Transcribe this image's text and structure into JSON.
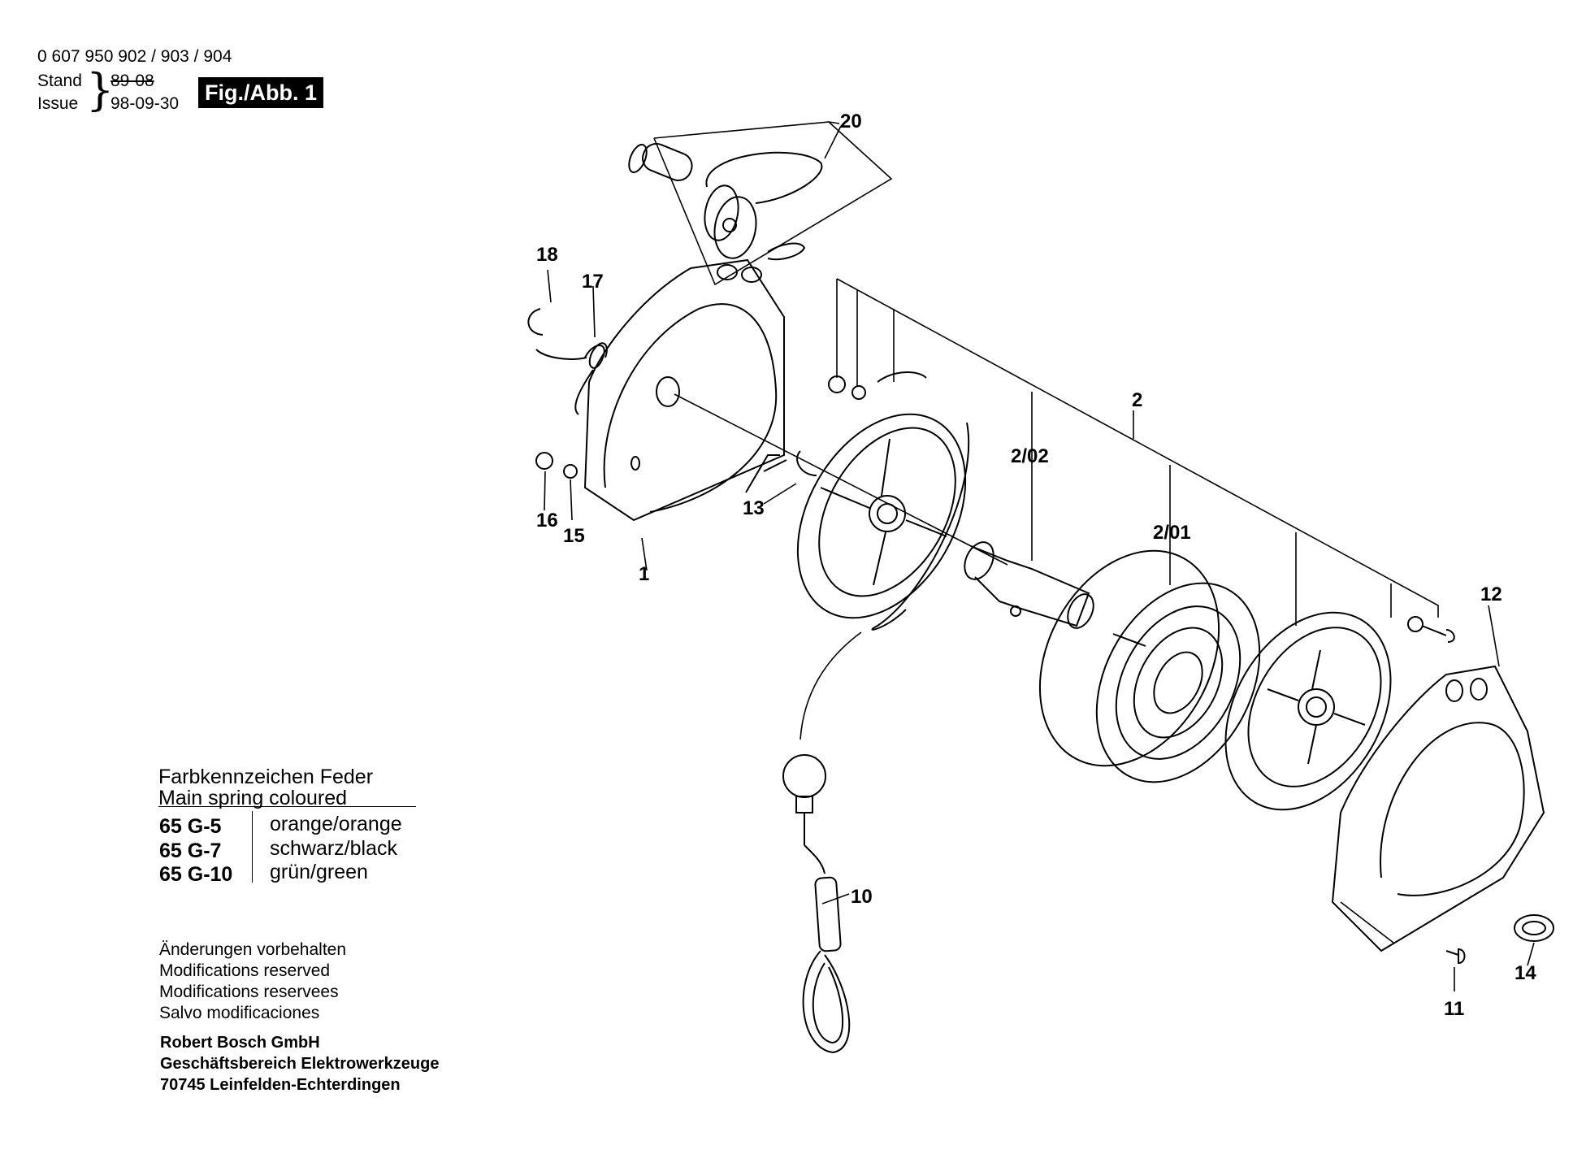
{
  "header": {
    "part_numbers": "0 607 950 902 / 903 / 904",
    "stand_label": "Stand",
    "issue_label": "Issue",
    "stand_value": "89-08",
    "issue_value": "98-09-30",
    "figure_label": "Fig./Abb. 1"
  },
  "legend": {
    "title_de": "Farbkennzeichen Feder",
    "title_en": "Main spring coloured",
    "rows": [
      {
        "code": "65 G-5",
        "color": "orange/orange"
      },
      {
        "code": "65 G-7",
        "color": "schwarz/black"
      },
      {
        "code": "65 G-10",
        "color": "grün/green"
      }
    ]
  },
  "notices": [
    "Änderungen vorbehalten",
    "Modifications reserved",
    "Modifications reservees",
    "Salvo modificaciones"
  ],
  "company": [
    "Robert Bosch GmbH",
    "Geschäftsbereich Elektrowerkzeuge",
    "70745 Leinfelden-Echterdingen"
  ],
  "callouts": [
    "1",
    "2",
    "2/01",
    "2/02",
    "10",
    "11",
    "12",
    "13",
    "14",
    "15",
    "16",
    "17",
    "18",
    "20"
  ]
}
